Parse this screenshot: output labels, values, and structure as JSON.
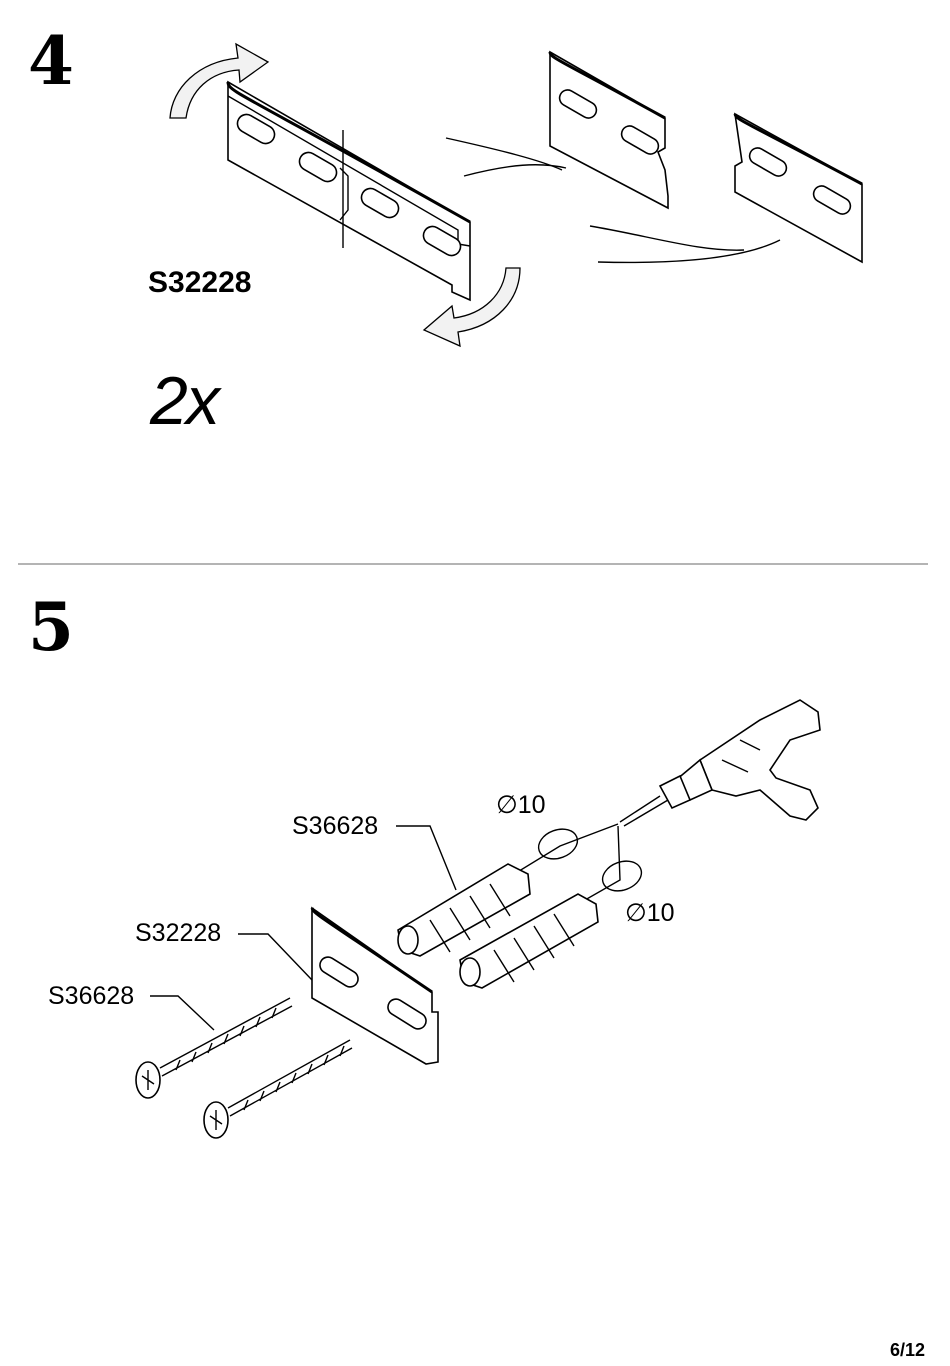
{
  "step4": {
    "number": "4",
    "part_code": "S32228",
    "quantity": "2x"
  },
  "step5": {
    "number": "5",
    "labels": {
      "dowel_top": "S36628",
      "bracket": "S32228",
      "screw": "S36628",
      "drill_1": "10",
      "drill_2": "10"
    },
    "diameter_symbol": "∅"
  },
  "footer": {
    "page": "6/12"
  }
}
